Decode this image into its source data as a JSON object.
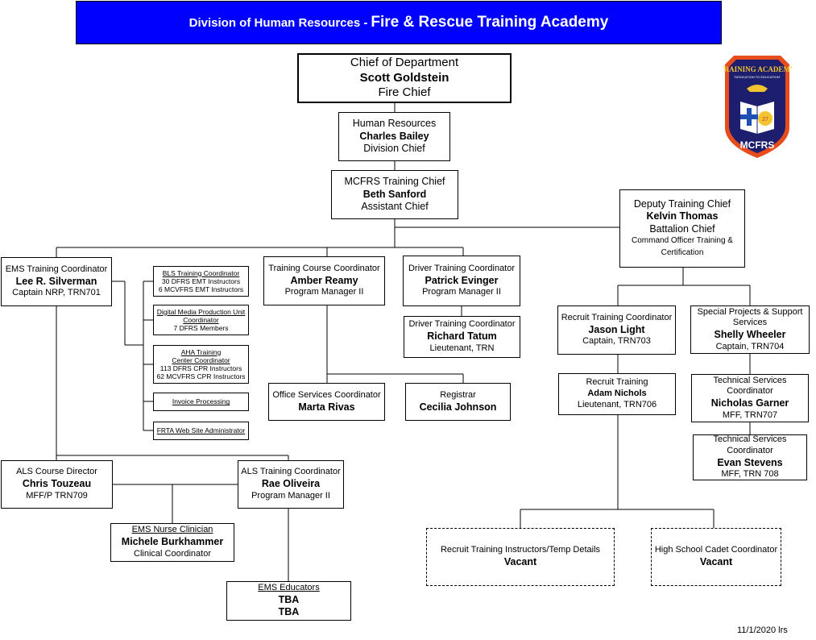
{
  "header": {
    "prefix": "Division of Human Resources -",
    "title": "Fire & Rescue Training Academy"
  },
  "logo": {
    "top": "TRAINING ACADEMY",
    "motto": "\"DEDICATION TO EDUCATION\"",
    "bottom": "MCFRS",
    "badge_number": "27"
  },
  "chief": {
    "role": "Chief of Department",
    "name": "Scott Goldstein",
    "title": "Fire Chief"
  },
  "hr": {
    "role": "Human Resources",
    "name": "Charles Bailey",
    "title": "Division Chief"
  },
  "training_chief": {
    "role": "MCFRS Training Chief",
    "name": "Beth Sanford",
    "title": "Assistant Chief"
  },
  "deputy": {
    "role": "Deputy Training Chief",
    "name": "Kelvin Thomas",
    "title": "Battalion Chief",
    "note": "Command Officer Training & Certification"
  },
  "ems": {
    "role": "EMS Training Coordinator",
    "name": "Lee R. Silverman",
    "title": "Captain NRP, TRN701"
  },
  "bls": {
    "role": "BLS Training Coordinator",
    "l1": "30 DFRS EMT Instructors",
    "l2": "6 MCVFRS EMT Instructors"
  },
  "digital": {
    "role": "Digital Media Production Unit Coordinator",
    "l1": "7 DFRS Members"
  },
  "aha": {
    "role": "AHA Training Center Coordinator",
    "l1": "113 DFRS CPR Instructors",
    "l2": "62 MCVFRS CPR Instructors"
  },
  "invoice": {
    "role": "Invoice Processing"
  },
  "web": {
    "role": "FRTA Web Site Administrator"
  },
  "course": {
    "role": "Training Course Coordinator",
    "name": "Amber Reamy",
    "title": "Program Manager II"
  },
  "driver1": {
    "role": "Driver Training Coordinator",
    "name": "Patrick Evinger",
    "title": "Program Manager II"
  },
  "driver2": {
    "role": "Driver Training Coordinator",
    "name": "Richard Tatum",
    "title": "Lieutenant, TRN"
  },
  "office": {
    "role": "Office Services Coordinator",
    "name": "Marta Rivas"
  },
  "registrar": {
    "role": "Registrar",
    "name": "Cecilia Johnson"
  },
  "recruit_coord": {
    "role": "Recruit Training Coordinator",
    "name": "Jason Light",
    "title": "Captain, TRN703"
  },
  "special": {
    "role": "Special Projects & Support Services",
    "name": "Shelly Wheeler",
    "title": "Captain, TRN704"
  },
  "recruit": {
    "role": "Recruit Training",
    "name": "Adam Nichols",
    "title": "Lieutenant, TRN706"
  },
  "tech1": {
    "role": "Technical Services Coordinator",
    "name": "Nicholas Garner",
    "title": "MFF, TRN707"
  },
  "tech2": {
    "role": "Technical Services Coordinator",
    "name": "Evan Stevens",
    "title": "MFF, TRN 708"
  },
  "als_dir": {
    "role": "ALS Course Director",
    "name": "Chris Touzeau",
    "title": "MFF/P TRN709"
  },
  "als_coord": {
    "role": "ALS Training Coordinator",
    "name": "Rae Oliveira",
    "title": "Program Manager II"
  },
  "nurse": {
    "role": "EMS Nurse Clinician",
    "name": "Michele Burkhammer",
    "title": "Clinical Coordinator"
  },
  "educators": {
    "role": "EMS Educators",
    "name1": "TBA",
    "name2": "TBA"
  },
  "recruit_temp": {
    "role": "Recruit Training Instructors/Temp Details",
    "name": "Vacant"
  },
  "cadet": {
    "role": "High School Cadet Coordinator",
    "name": "Vacant"
  },
  "footer": "11/1/2020  lrs"
}
